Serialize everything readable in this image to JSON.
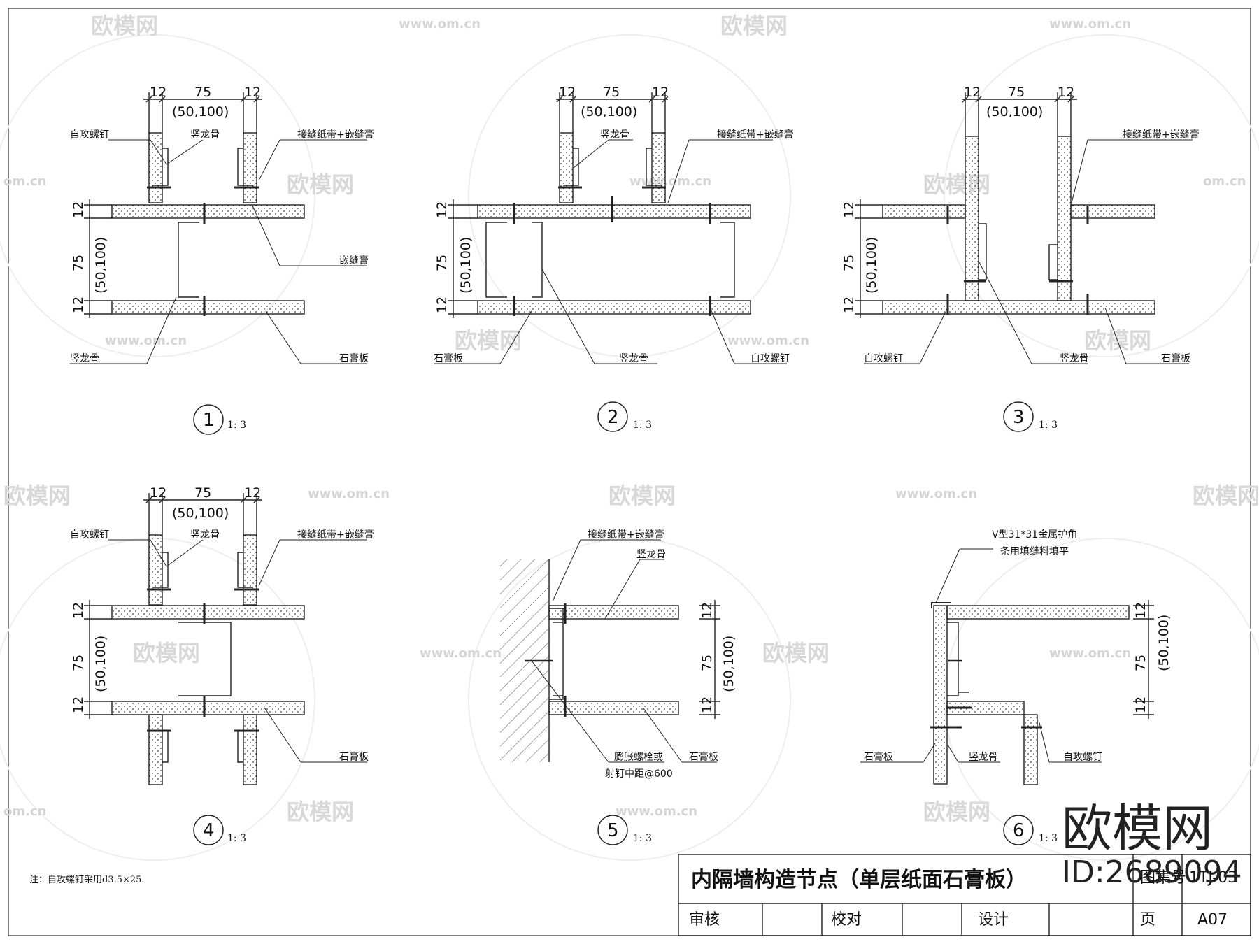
{
  "watermark": {
    "site": "www.om.cn",
    "short": "om.cn",
    "brand": "欧模网"
  },
  "dims": {
    "horizontal": [
      "12",
      "75",
      "(50,100)",
      "12"
    ],
    "vertical": [
      "12",
      "75",
      "(50,100)",
      "12"
    ]
  },
  "details": [
    {
      "number": "1",
      "scale": "1: 3",
      "labels": [
        "自攻螺钉",
        "竖龙骨",
        "接缝纸带+嵌缝膏",
        "嵌缝膏",
        "竖龙骨",
        "石膏板"
      ]
    },
    {
      "number": "2",
      "scale": "1: 3",
      "labels": [
        "竖龙骨",
        "接缝纸带+嵌缝膏",
        "石膏板",
        "竖龙骨",
        "自攻螺钉"
      ]
    },
    {
      "number": "3",
      "scale": "1: 3",
      "labels": [
        "接缝纸带+嵌缝膏",
        "自攻螺钉",
        "竖龙骨",
        "石膏板"
      ]
    },
    {
      "number": "4",
      "scale": "1: 3",
      "labels": [
        "自攻螺钉",
        "竖龙骨",
        "接缝纸带+嵌缝膏",
        "石膏板"
      ]
    },
    {
      "number": "5",
      "scale": "1: 3",
      "labels": [
        "接缝纸带+嵌缝膏",
        "竖龙骨",
        "膨胀螺栓或",
        "射钉中距@600",
        "石膏板"
      ]
    },
    {
      "number": "6",
      "scale": "1: 3",
      "labels": [
        "V型31*31金属护角",
        "条用填缝料填平",
        "石膏板",
        "竖龙骨",
        "自攻螺钉"
      ]
    }
  ],
  "note": "注：自攻螺钉采用d3.5×25.",
  "title_block": {
    "title": "内隔墙构造节点（单层纸面石膏板）",
    "atlas_label": "图集号",
    "atlas_number": "1TJ-03",
    "review": "审核",
    "check": "校对",
    "design": "设计",
    "page_label": "页",
    "page_number": "A07"
  },
  "overlay": {
    "brand": "欧模网",
    "id": "ID:2689094"
  }
}
